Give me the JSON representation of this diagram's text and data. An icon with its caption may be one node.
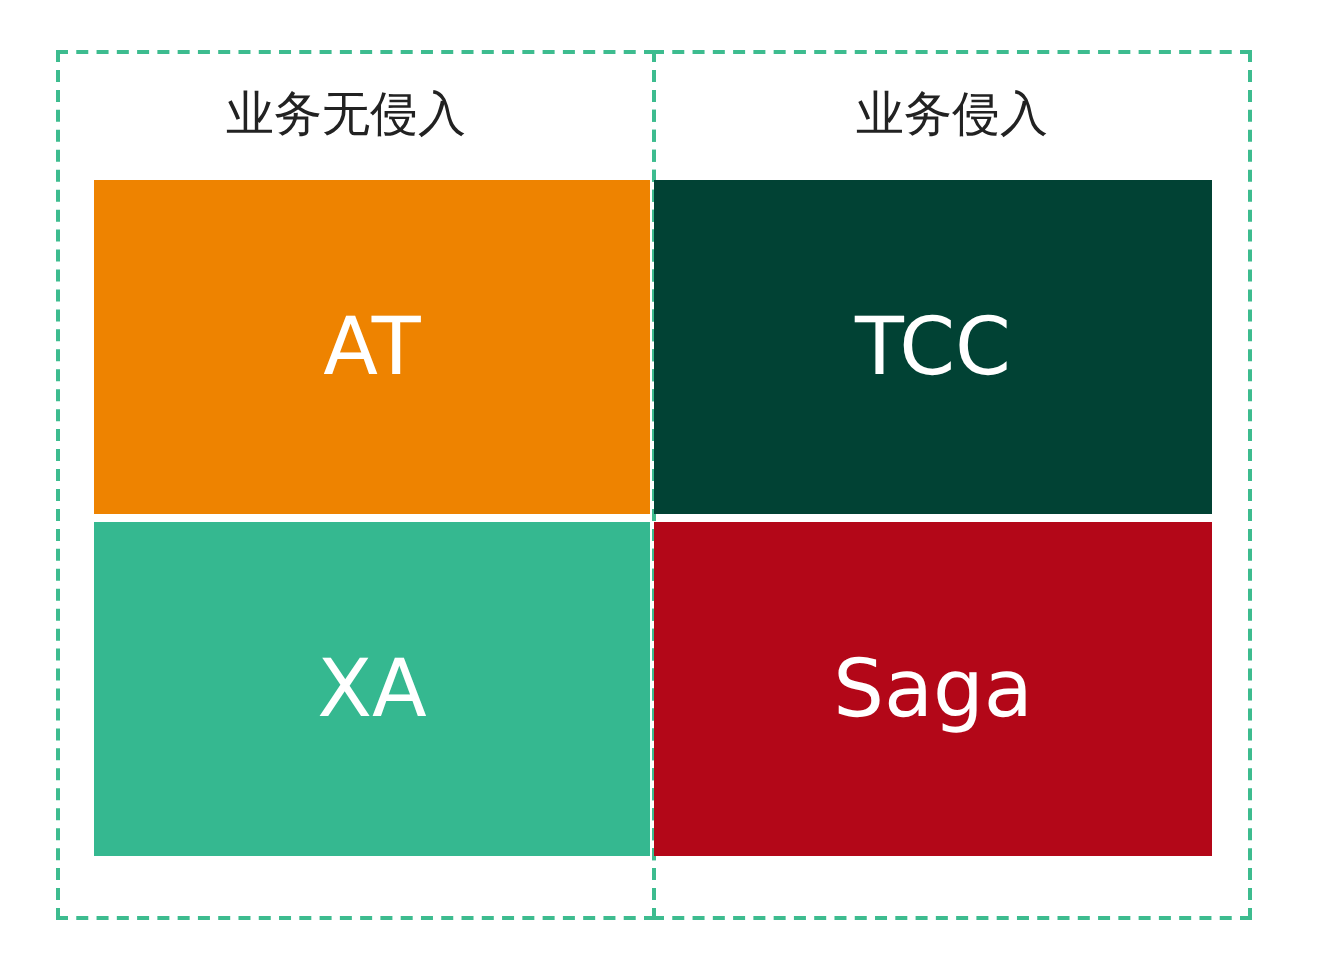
{
  "diagram": {
    "nodes": [
      {
        "text": [
          "业务无侵入"
        ]
      },
      {
        "text": [
          "AT"
        ],
        "in": 0
      },
      {
        "text": [
          "XA"
        ],
        "in": 0
      },
      {
        "text": [
          "业务侵入"
        ]
      },
      {
        "text": [
          "TCC"
        ],
        "in": 3
      },
      {
        "text": [
          "Saga"
        ],
        "in": 3
      }
    ],
    "edges": []
  }
}
